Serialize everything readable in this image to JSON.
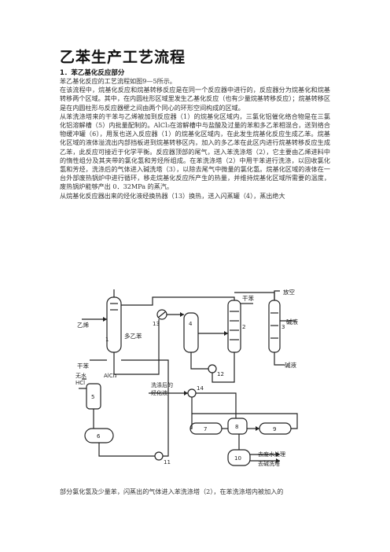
{
  "doc": {
    "title": "乙苯生产工艺流程",
    "section": "1．苯乙基化反应部分",
    "paragraphs": [
      "苯乙基化反应的工艺流程如图9—5所示。",
      "在该流程中，烷基化反应和烷基转移反应是在同一个反应器中进行的，反应器分为烷基化和烷基转移两个区域。其中，在内圆柱形区域里发生乙基化反应（也有少量烷基转移反应）；烷基转移区是在内圆柱形与反应器壁之间由两个同心的环形空间构成的区域。",
      "从苯洗涤塔来的干苯与乙烯被加到反应器（1）的烷基化区域内，三氯化铝催化络合物是在三氯化铝溶解槽（5）内批量配制的。AlCl₃在溶解槽中与盐酸及过量的苯和多乙苯相混合，送到络合物缓冲罐（6），用泵也送入反应器（1）的烷基化区域内，在此发生烷基化反应生成乙苯。烷基化区域的液体溢流出内部挡板进到烷基转移区内，加入的多乙苯在此区内进行烷基转移反应生成乙苯，此反应可接近于化学平衡。反应器顶部的尾气，送入苯洗涤塔（2），它主要由乙烯进料中的惰性组分及其夹带的氯化氢和芳烃所组成。在苯洗涤塔（2）中用干苯进行洗涤，以回收氯化氢和芳烃，洗涤后的气体进入碱洗塔（3），以除去尾气中微量的氯化氢。烷基化区域的液体在一台外部废热锅炉中进行循环，移走烷基化反应所产生的热量，并维持烷基化区域所需要的温度，废热锅炉能够产出 0．32MPa 的蒸汽。",
      "从烷基化反应器出来的烃化液经换热器（13）换热，送入闪蒸罐（4），蒸出绝大"
    ],
    "bottom_paragraph": "部分氯化氢及少量苯，闪蒸出的气体进入苯洗涤塔（2），在苯洗涤塔内被加入的"
  },
  "diagram": {
    "labels": {
      "vent": "放空",
      "dry_benzene_top": "干苯",
      "caustic": "碱液",
      "ethylene": "乙烯",
      "polyethylbenzene": "多乙苯",
      "dry_benzene_left": "干苯",
      "anhydrous": "无水",
      "hcl": "HCl",
      "alcl3": "AlCl₃",
      "washed_liquid_1": "洗涤后的",
      "washed_liquid_2": "烃化液",
      "to_wastewater": "去废水处理",
      "to_caustic_wash": "去碱洗塔"
    },
    "numbers": [
      "1",
      "2",
      "3",
      "4",
      "5",
      "6",
      "7",
      "8",
      "9",
      "10",
      "11",
      "12",
      "13",
      "14"
    ]
  }
}
